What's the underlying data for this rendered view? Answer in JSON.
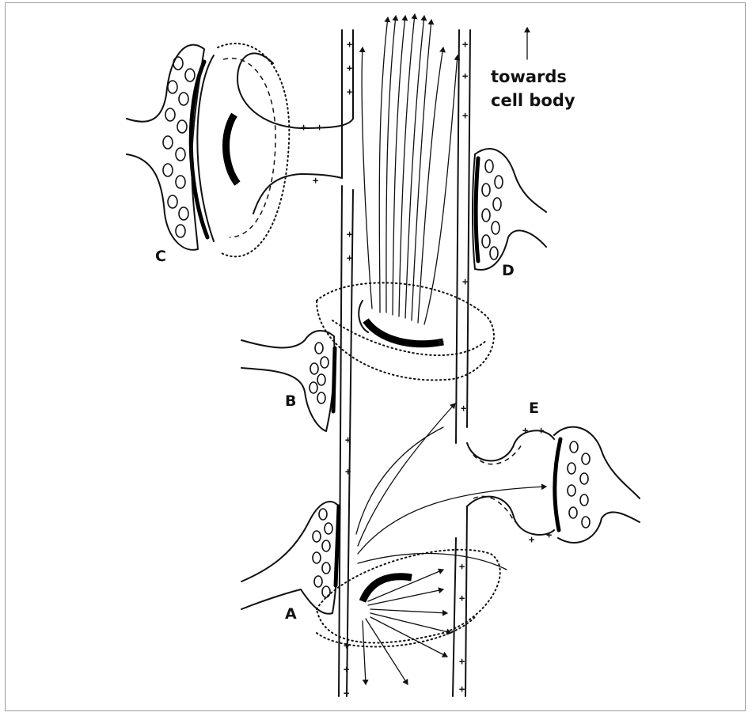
{
  "labels": {
    "A": "A",
    "B": "B",
    "C": "C",
    "D": "D",
    "E": "E"
  },
  "direction_note": {
    "line1": "towards",
    "line2": "cell body"
  }
}
